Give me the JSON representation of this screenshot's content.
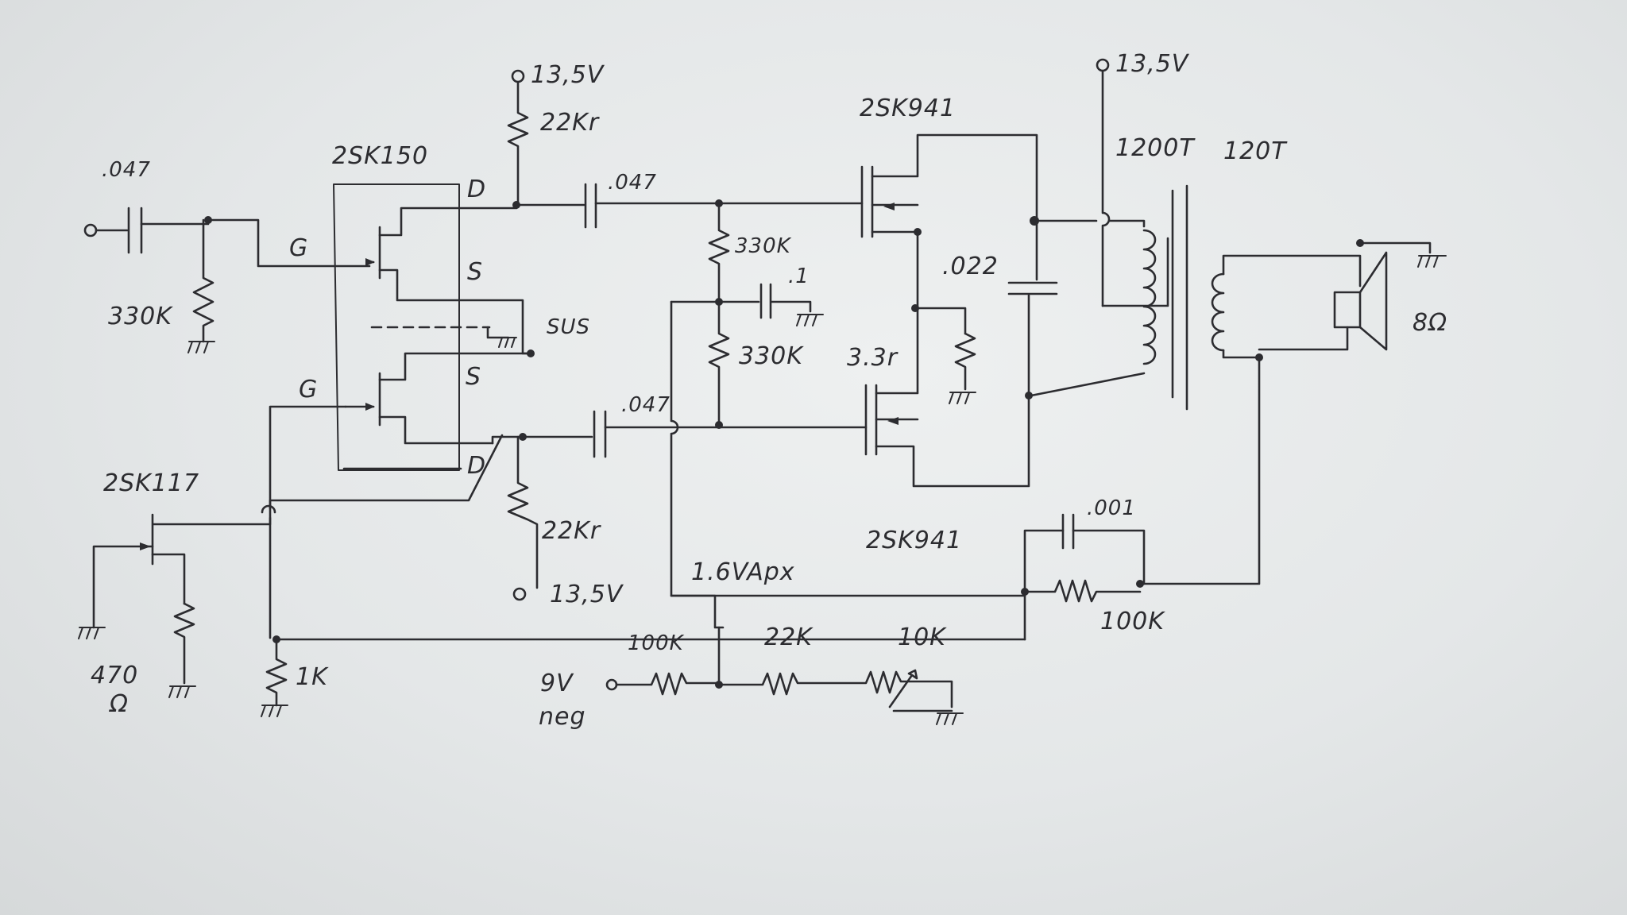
{
  "labels": {
    "c_in": ".047",
    "r_in": "330K",
    "q1": "2SK150",
    "q1_d_top": "D",
    "q1_g_top": "G",
    "q1_s_top": "S",
    "q1_s_bot": "S",
    "q1_g_bot": "G",
    "q1_d_bot": "D",
    "q1_subs": "SUS",
    "v_top": "13,5V",
    "r_top": "22Kr",
    "c_top": ".047",
    "c_bot": ".047",
    "r_bot": "22Kr",
    "v_bot": "13,5V",
    "q2": "2SK117",
    "r_470": "470",
    "r_470_unit": "Ω",
    "r_1k": "1K",
    "r_bias1": "330K",
    "r_bias2": "330K",
    "c_bias": ".1",
    "q_out_top": "2SK941",
    "q_out_bot": "2SK941",
    "c_out": ".022",
    "r_src": "3.3r",
    "v_xfmr": "13,5V",
    "pri": "1200T",
    "sec": "120T",
    "spk": "8Ω",
    "c_fb": ".001",
    "r_fb": "100K",
    "bias_v": "1.6VApx",
    "v_neg": "9V",
    "v_neg2": "neg",
    "r_div1": "100K",
    "r_div2": "22K",
    "pot": "10K"
  }
}
